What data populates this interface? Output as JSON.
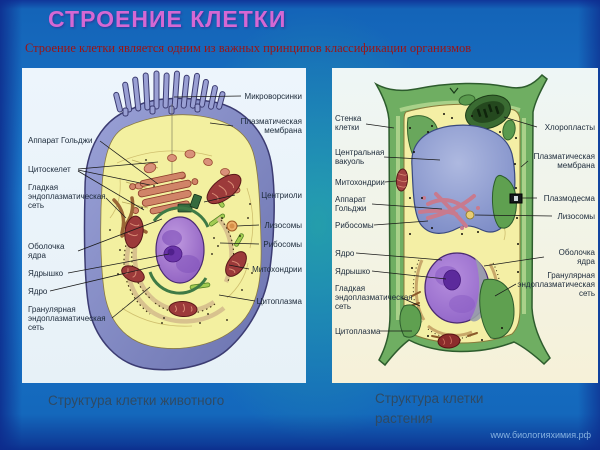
{
  "slide": {
    "title": "СТРОЕНИЕ КЛЕТКИ",
    "subtitle": "Строение клетки является одним из важных принципов классификации организмов",
    "footer_url": "www.биологияхимия.рф"
  },
  "colors": {
    "background_blue": "#1b78ca",
    "background_teal": "#2cbe94",
    "frame_navy": "#10369a",
    "title_magenta": "#d568d3",
    "subtitle_red": "#9c1414",
    "caption_dark_blue": "#2f4a63",
    "footer_light_blue": "#86b2e0",
    "animal_membrane_blue": "#8d93c9",
    "cytoplasm_yellow": "#f3f0a0",
    "nucleus_purple": "#9a6cc8",
    "mitochondria_maroon": "#9c3a3a",
    "golgi_salmon": "#d08468",
    "plant_wall_green": "#6fae62",
    "vacuole_blue": "#8c9ace"
  },
  "animal_cell": {
    "caption": "Структура клетки животного",
    "labels_left": [
      "Аппарат Гольджи",
      "Цитоскелет",
      "Гладкая эндоплазматическая сеть",
      "Оболочка ядра",
      "Ядрышко",
      "Ядро",
      "Гранулярная эндоплазматическая сеть"
    ],
    "labels_right": [
      "Микроворсинки",
      "Плазматическая мембрана",
      "Центриоли",
      "Лизосомы",
      "Рибосомы",
      "Митохондрии",
      "Цитоплазма"
    ]
  },
  "plant_cell": {
    "caption": "Структура клетки растения",
    "labels_left": [
      "Стенка клетки",
      "Центральная вакуоль",
      "Митохондрии",
      "Аппарат Гольджи",
      "Рибосомы",
      "Ядро",
      "Ядрышко",
      "Гладкая эндоплазматическая сеть",
      "Цитоплазма"
    ],
    "labels_right": [
      "Хлоропласты",
      "Плазматическая мембрана",
      "Плазмодесма",
      "Лизосомы",
      "Оболочка ядра",
      "Гранулярная эндоплазматическая сеть"
    ]
  }
}
